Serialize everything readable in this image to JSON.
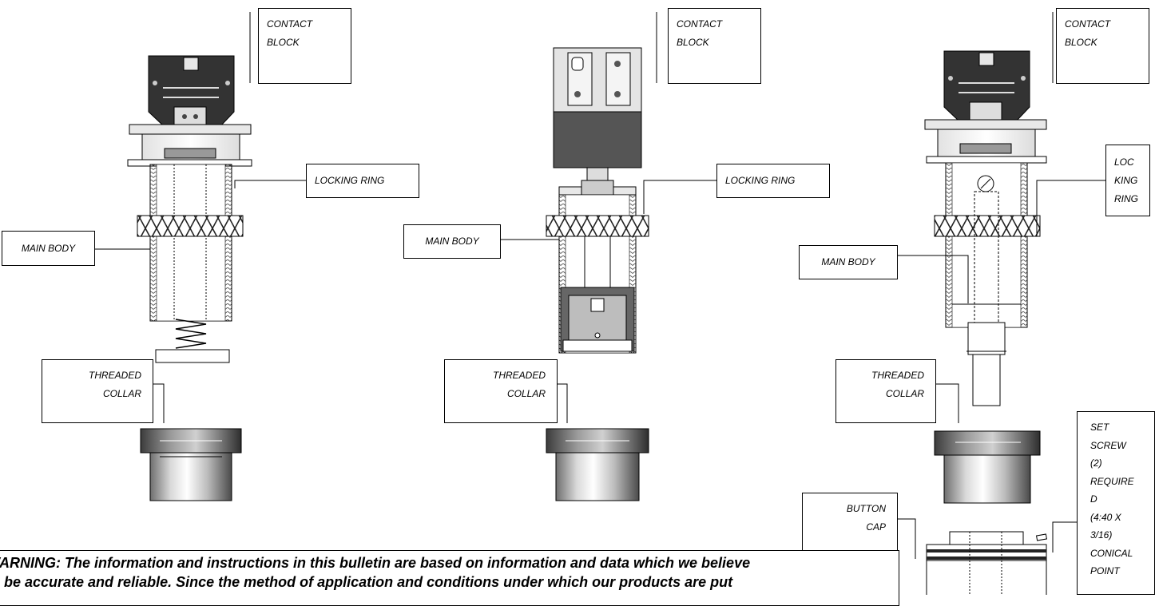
{
  "assemblies": [
    {
      "contact_block": [
        "CONTACT",
        "BLOCK"
      ],
      "locking_ring": "LOCKING RING",
      "main_body": "MAIN BODY",
      "threaded_collar": [
        "THREADED",
        "COLLAR"
      ]
    },
    {
      "contact_block": [
        "CONTACT",
        "BLOCK"
      ],
      "locking_ring": "LOCKING RING",
      "main_body": "MAIN BODY",
      "threaded_collar": [
        "THREADED",
        "COLLAR"
      ]
    },
    {
      "contact_block": [
        "CONTACT",
        "BLOCK"
      ],
      "locking_ring": [
        "LOC",
        "KING",
        "RING"
      ],
      "main_body": "MAIN BODY",
      "threaded_collar": [
        "THREADED",
        "COLLAR"
      ],
      "button_cap": [
        "BUTTON",
        "CAP"
      ],
      "set_screw": [
        "SET",
        "SCREW",
        "(2)",
        "REQUIRE",
        "D",
        "(4:40 X",
        "3/16)",
        "CONICAL",
        "POINT"
      ]
    }
  ],
  "warning": {
    "line1": "WARNING: The information and instructions in this bulletin are based on information and data which we believe",
    "line2": "to be accurate and reliable. Since the method of application and conditions under which our products are put"
  },
  "colors": {
    "body_gray": "#c8c8c8",
    "dark_block": "#3a3a3a",
    "mid_gray": "#8a8a8a"
  }
}
